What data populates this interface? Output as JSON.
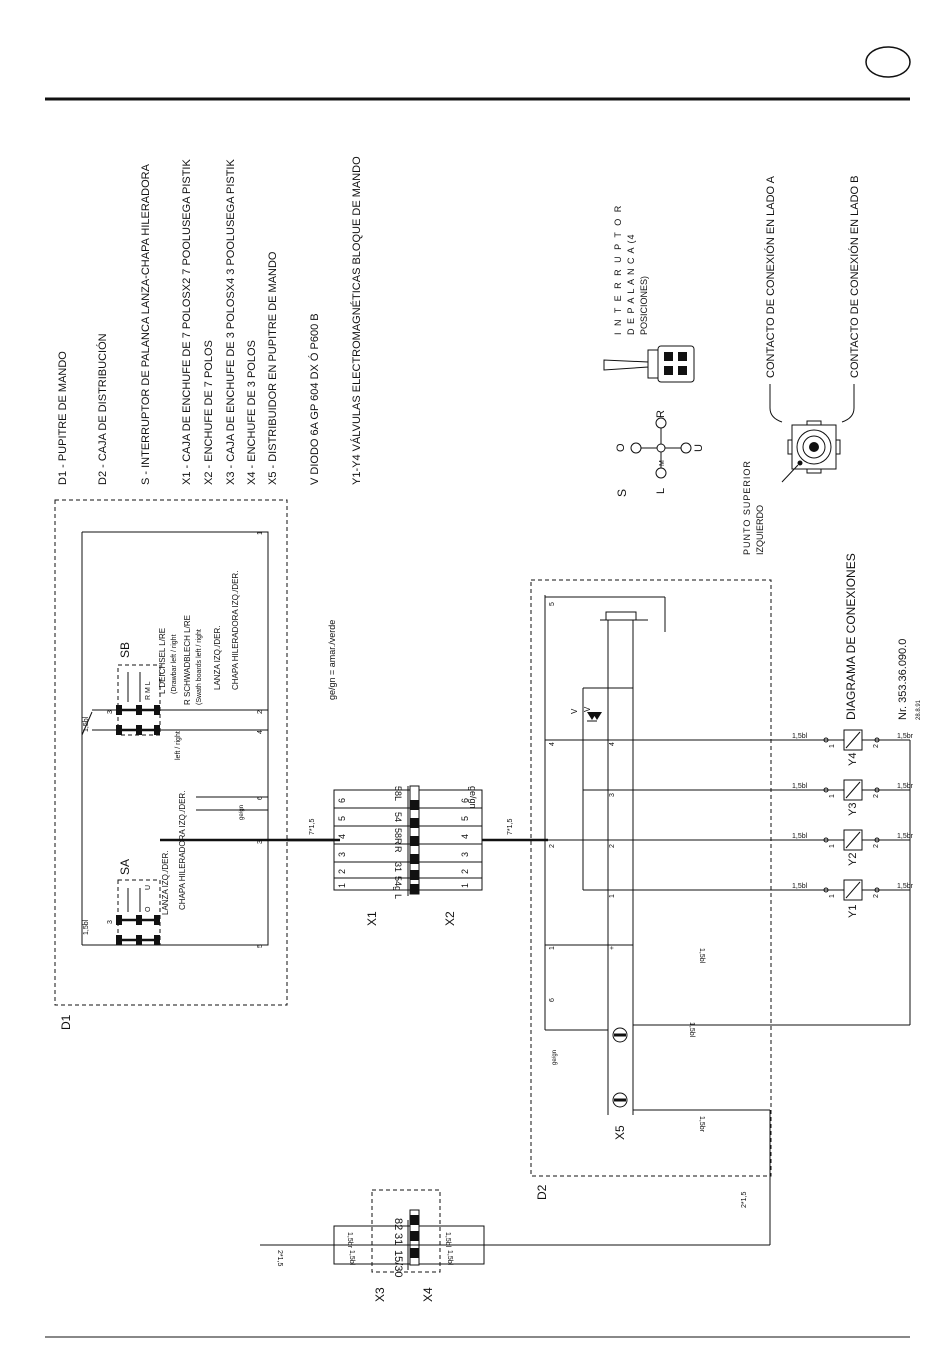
{
  "legend": {
    "d1": "D1 - PUPITRE DE MANDO",
    "d2": "D2 - CAJA DE DISTRIBUCIÓN",
    "s": "S - INTERRUPTOR DE PALANCA LANZA-CHAPA HILERADORA",
    "x1": "X1 - CAJA DE ENCHUFE DE 7 POLOSX2 7 POOLUSEGA PISTIK",
    "x2": "X2 - ENCHUFE DE 7 POLOS",
    "x3": "X3 - CAJA DE ENCHUFE DE 3 POLOSX4 3 POOLUSEGA PISTIK",
    "x4": "X4 - ENCHUFE DE 3 POLOS",
    "x5": "X5 - DISTRIBUIDOR EN PUPITRE DE MANDO",
    "v": "V DIODO 6A GP 604 DX  Ó P600 B",
    "y": "Y1-Y4 VÁLVULAS ELECTROMAGNÉTICAS BLOQUE DE MANDO"
  },
  "lever_switch": {
    "title_line1": "I N T E R R U P T O R",
    "title_line2": "D E   P A L A N C A   (4",
    "title_line3": "POSICIONES)",
    "s_label": "S",
    "pos_o": "O",
    "pos_r": "R",
    "pos_l": "L",
    "pos_u": "U",
    "pos_m": "M"
  },
  "connector": {
    "contact_a": "CONTACTO DE CONEXIÓN EN LADO A",
    "contact_b": "CONTACTO DE CONEXIÓN EN LADO B",
    "top_point_1": "PUNTO  SUPERIOR",
    "top_point_2": "IZQUIERDO"
  },
  "diagram_title": "DIAGRAMA DE CONEXIONES",
  "diagram_number": "Nr. 353.36.090.0",
  "diagram_date": "28.8.91",
  "color_note": "ge/gn  =  amar./verde",
  "d1": {
    "label": "D1",
    "sb": "SB",
    "sa": "SA",
    "sb_l1": "L  DEICHSEL L/RE",
    "sb_l2": "(Drawbar left / right",
    "sb_r1": "R  SCHWADBLECH L/RE",
    "sb_r2": "(Swath boards left / right",
    "sb_es1": "LANZA IZQ./DER.",
    "sb_es2": "CHAPA HILERADORA IZQ./DER.",
    "left_right": "left / right",
    "sa_es1": "CHAPA HILERADORA IZQ./DER.",
    "sa_es2": "LANZA IZQ./DER.",
    "sa_o": "O",
    "sb_rml": "R M L",
    "sa_u": "U",
    "wire_15bl": "1,5bl",
    "wire_gegn": "ge/gn",
    "cable_71_5": "7*1,5",
    "term_1": "1",
    "term_2": "2",
    "term_3": "3",
    "term_4": "4",
    "term_5": "5",
    "term_6": "6"
  },
  "plug": {
    "x1": "X1",
    "x2": "X2",
    "pins": [
      "58L",
      "54",
      "58R",
      "R",
      "31",
      "54g",
      "L"
    ],
    "nums": [
      "6",
      "5",
      "4",
      "3",
      "2",
      "1"
    ],
    "gegn": "ge/gn",
    "cable": "7*1,5"
  },
  "d2": {
    "label": "D2",
    "x5": "X5",
    "v": "V",
    "gegn": "ge/gn",
    "w_15bl": "1,5bl",
    "w_15br": "1,5br",
    "cable_21_5": "2*1,5",
    "t1": "1",
    "t2": "2",
    "t3": "3",
    "t4": "4",
    "t5": "5",
    "t6": "6",
    "plus": "+"
  },
  "valves": {
    "y1": "Y1",
    "y2": "Y2",
    "y3": "Y3",
    "y4": "Y4",
    "w_in": "1,5bl",
    "w_out": "1,5br",
    "p1": "1",
    "p2": "2"
  },
  "power": {
    "x3": "X3",
    "x4": "X4",
    "pins": [
      "15/30",
      "31",
      "82"
    ],
    "w_br": "1,5br",
    "w_bl": "1,5bl",
    "cable": "2*1,5"
  }
}
